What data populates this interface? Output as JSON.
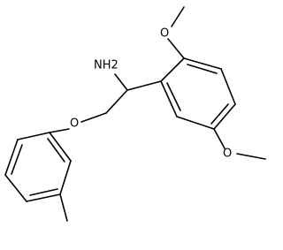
{
  "molecule": {
    "atoms": {
      "amine": "NH2",
      "methoxy_top_o": "O",
      "methoxy_bottom_o": "O",
      "ether_o": "O"
    },
    "colors": {
      "bond": "#000000",
      "label": "#000000",
      "background": "#ffffff"
    }
  }
}
